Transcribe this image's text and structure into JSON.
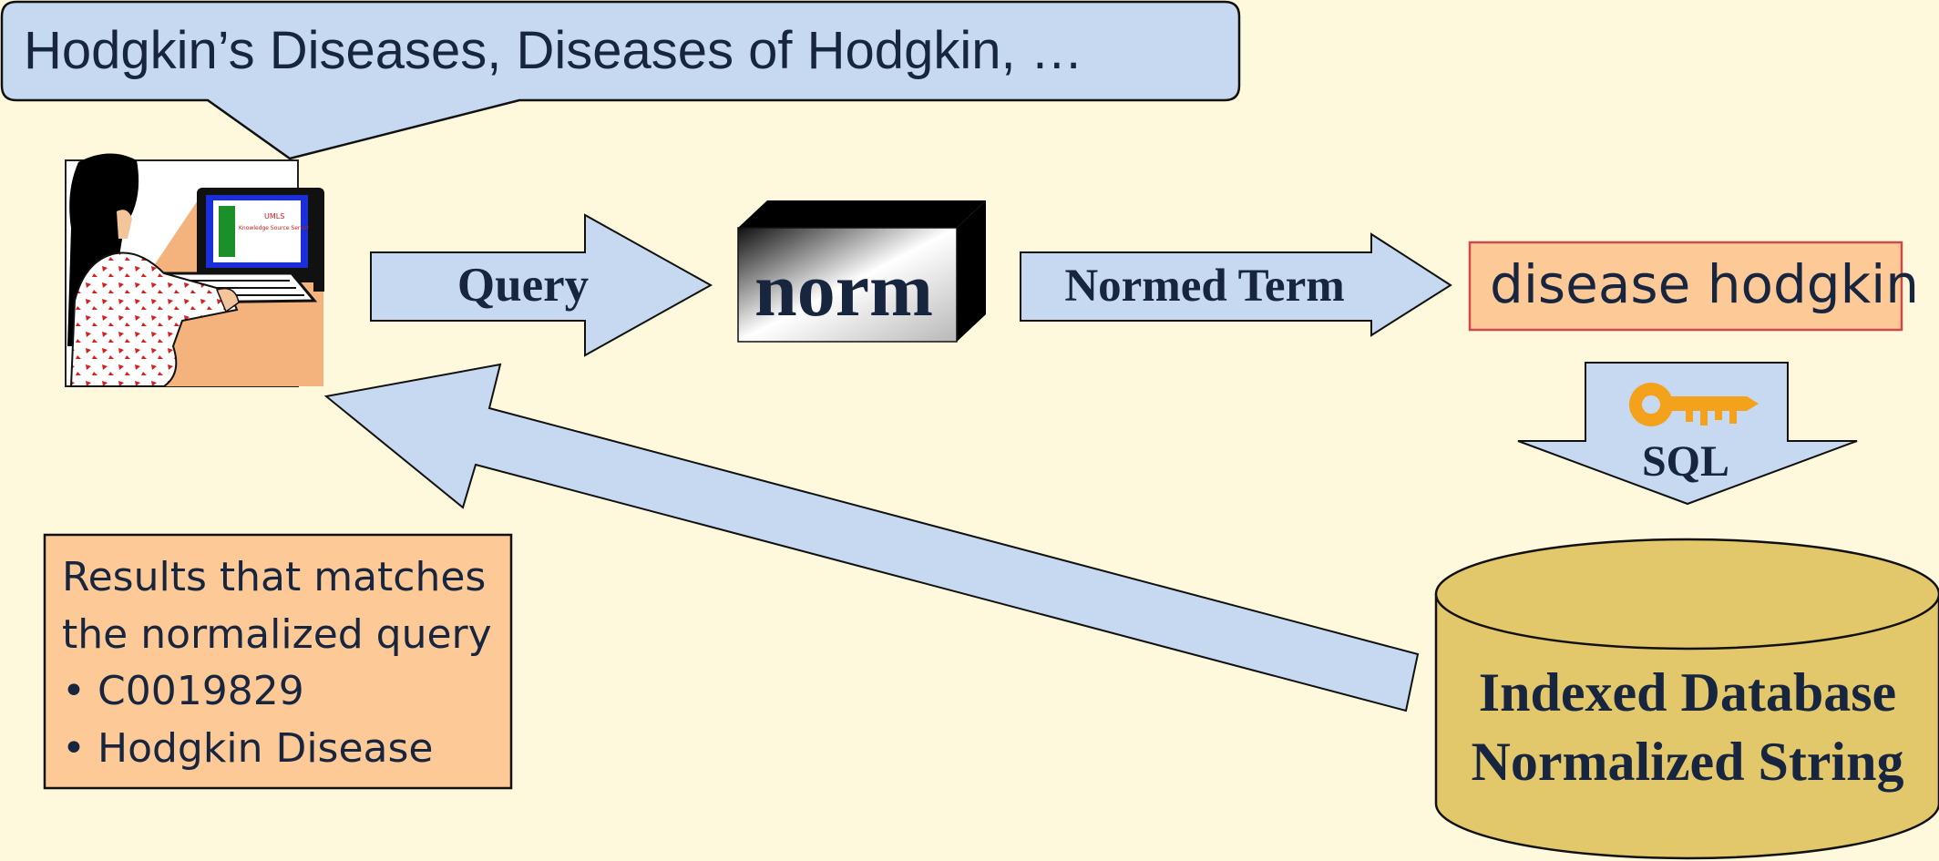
{
  "speech_bubble": {
    "text": "Hodgkin’s Diseases, Diseases of Hodgkin, …"
  },
  "query_arrow": {
    "label": "Query"
  },
  "norm_block": {
    "label": "norm"
  },
  "normed_arrow": {
    "label": "Normed Term"
  },
  "normed_output": {
    "text": "disease hodgkin"
  },
  "sql_arrow": {
    "label": "SQL"
  },
  "database": {
    "line1": "Indexed Database",
    "line2": "Normalized String"
  },
  "results_box": {
    "line1": "Results that matches",
    "line2": "the normalized query",
    "bullets": [
      "C0019829",
      "Hodgkin Disease"
    ]
  },
  "illustration": {
    "screen_text": [
      "UMLS",
      "Knowledge Source Server"
    ]
  },
  "colors": {
    "background": "#fef8dc",
    "arrow_fill": "#c6d9f1",
    "box_fill": "#fdc997",
    "box_border": "#cb4a4a",
    "database_fill": "#e2c76b",
    "key": "#f4a11c",
    "text": "#17253f"
  },
  "icons": {
    "key": "key-icon",
    "user": "user-at-computer-icon"
  }
}
